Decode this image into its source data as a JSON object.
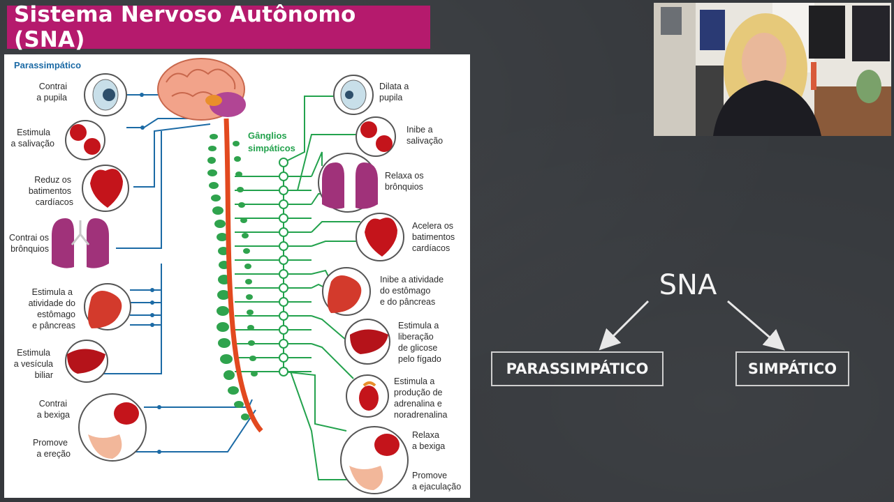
{
  "slide": {
    "title": "Sistema Nervoso Autônomo (SNA)"
  },
  "diagram": {
    "parasympathetic_heading": "Parassimpático",
    "ganglia_label": [
      "Gânglios",
      "simpáticos"
    ],
    "left_labels": [
      [
        "Contrai",
        "a pupila"
      ],
      [
        "Estimula",
        "a salivação"
      ],
      [
        "Reduz os",
        "batimentos",
        "cardíacos"
      ],
      [
        "Contrai os",
        "brônquios"
      ],
      [
        "Estimula a",
        "atividade do",
        "estômago",
        "e pâncreas"
      ],
      [
        "Estimula",
        "a vesícula",
        "biliar"
      ],
      [
        "Contrai",
        "a bexiga"
      ],
      [
        "Promove",
        "a ereção"
      ]
    ],
    "right_labels": [
      [
        "Dilata a",
        "pupila"
      ],
      [
        "Inibe a",
        "salivação"
      ],
      [
        "Relaxa os",
        "brônquios"
      ],
      [
        "Acelera os",
        "batimentos",
        "cardíacos"
      ],
      [
        "Inibe a atividade",
        "do estômago",
        "e do pâncreas"
      ],
      [
        "Estimula a",
        "liberação",
        "de glicose",
        "pelo fígado"
      ],
      [
        "Estimula a",
        "produção de",
        "adrenalina e",
        "noradrenalina"
      ],
      [
        "Relaxa",
        "a bexiga"
      ],
      [
        "Promove",
        "a ejaculação"
      ]
    ],
    "colors": {
      "parasympathetic": "#1b6aa5",
      "sympathetic": "#23a24d",
      "spinal_cord": "#e2491f",
      "organ_red": "#c4141b",
      "lung_purple": "#a0327a"
    }
  },
  "board": {
    "root": "SNA",
    "branches": [
      "PARASSIMPÁTICO",
      "SIMPÁTICO"
    ]
  }
}
